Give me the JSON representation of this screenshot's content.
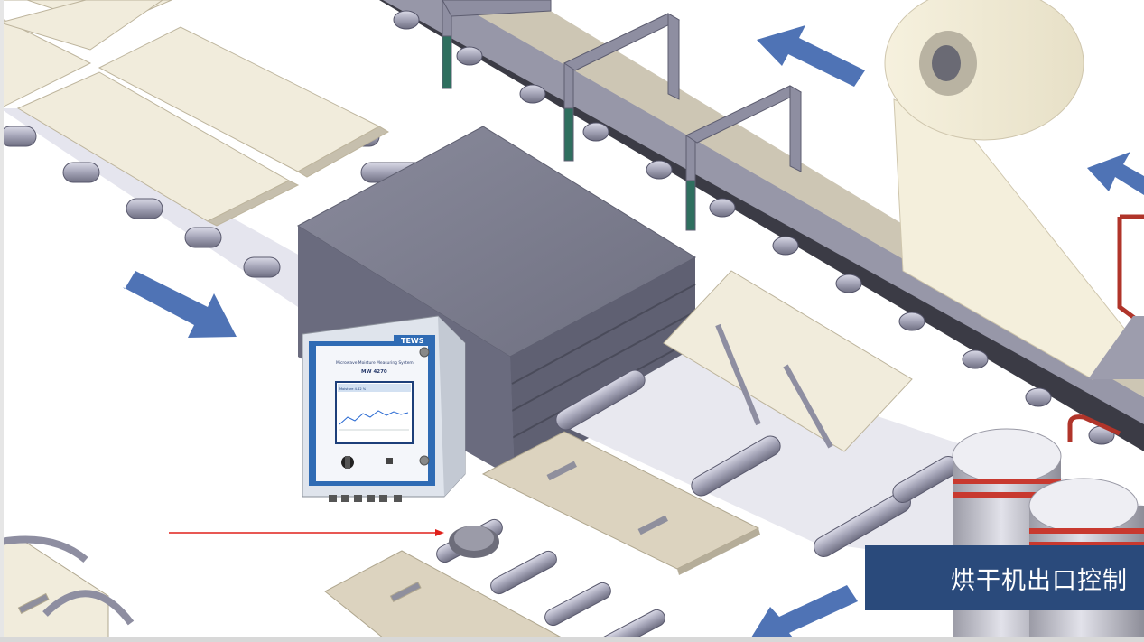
{
  "caption": "烘干机出口控制",
  "device": {
    "brand": "TEWS",
    "screen_line1": "Microwave Moisture Measuring System",
    "screen_line2": "MW 4270",
    "screen_readout": "Moisture 4.42 %"
  },
  "icons": {
    "flow_arrow": "flow-arrow-icon",
    "sensor": "sensor-icon",
    "pointer": "pointer-arrow-icon"
  },
  "colors": {
    "caption_bg": "#2a4a7b",
    "arrow": "#4f73b5",
    "pointer": "#e0201b",
    "dryer": "#7c7d8f",
    "board": "#f1ecdc",
    "board_dark": "#c6bfad",
    "roller": "#a7a7b8"
  }
}
